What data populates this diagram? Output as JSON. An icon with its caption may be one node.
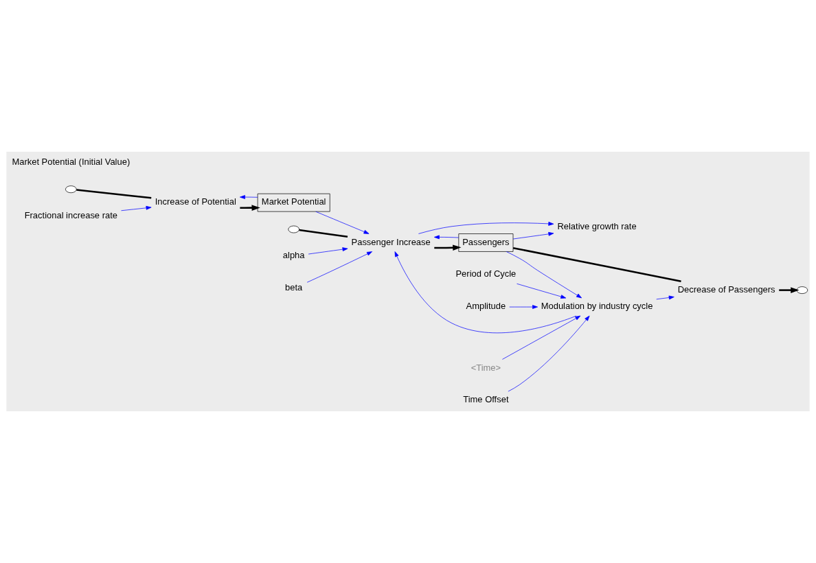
{
  "diagram": {
    "nodes": [
      {
        "text": [],
        "shape": "cloud"
      },
      {
        "text": [
          "Increase of Potential"
        ]
      },
      {
        "text": [
          "Market Potential"
        ]
      },
      {
        "text": [
          "Amplitude"
        ]
      },
      {
        "text": [
          "<Time>"
        ]
      },
      {
        "text": [
          "Modulation by industry cycle"
        ]
      },
      {
        "text": [
          "Time Offset"
        ]
      },
      {
        "text": [
          "Period of Cycle"
        ]
      },
      {
        "text": [
          "Fractional increase rate"
        ]
      },
      {
        "text": [],
        "shape": "cloud"
      },
      {
        "text": [
          "Passenger Increase"
        ]
      },
      {
        "text": [
          "Passengers"
        ]
      },
      {
        "text": [
          "Decrease of Passengers"
        ]
      },
      {
        "text": [],
        "shape": "cloud"
      },
      {
        "text": [
          "alpha"
        ]
      },
      {
        "text": [
          "beta"
        ]
      },
      {
        "text": [
          "Relative growth rate"
        ]
      }
    ],
    "edges": [
      {
        "from": 0,
        "to": 1,
        "arrow": "none",
        "style": "thick",
        "color": "#000000"
      },
      {
        "from": 1,
        "to": 2,
        "arrow": "to",
        "style": "thick",
        "color": "#000000"
      },
      {
        "from": 2,
        "to": 1,
        "arrow": "to"
      },
      {
        "from": 8,
        "to": 1,
        "arrow": "to"
      },
      {
        "from": 2,
        "to": 10,
        "arrow": "to"
      },
      {
        "from": 3,
        "to": 5,
        "arrow": "to"
      },
      {
        "from": 4,
        "to": 5,
        "arrow": "to"
      },
      {
        "from": 6,
        "to": 5,
        "arrow": "to"
      },
      {
        "from": 7,
        "to": 5,
        "arrow": "to"
      },
      {
        "from": 5,
        "to": 10,
        "arrow": "to"
      },
      {
        "from": 5,
        "to": 12,
        "arrow": "to"
      },
      {
        "from": 11,
        "to": 10,
        "arrow": "to"
      },
      {
        "from": 11,
        "to": 5,
        "arrow": "to"
      },
      {
        "from": 9,
        "to": 10,
        "arrow": "none",
        "style": "thick",
        "color": "#000000"
      },
      {
        "from": 10,
        "to": 11,
        "arrow": "to",
        "style": "thick",
        "color": "#000000"
      },
      {
        "from": 11,
        "to": 12,
        "arrow": "none",
        "style": "thick",
        "color": "#000000"
      },
      {
        "from": 12,
        "to": 13,
        "arrow": "to",
        "style": "thick",
        "color": "#000000"
      },
      {
        "from": 14,
        "to": 10,
        "arrow": "to"
      },
      {
        "from": 15,
        "to": 10,
        "arrow": "to"
      },
      {
        "from": 10,
        "to": 16,
        "arrow": "to"
      },
      {
        "from": 11,
        "to": 16,
        "arrow": "to"
      }
    ],
    "labels": [
      "Market Potential (Initial Value)"
    ]
  }
}
